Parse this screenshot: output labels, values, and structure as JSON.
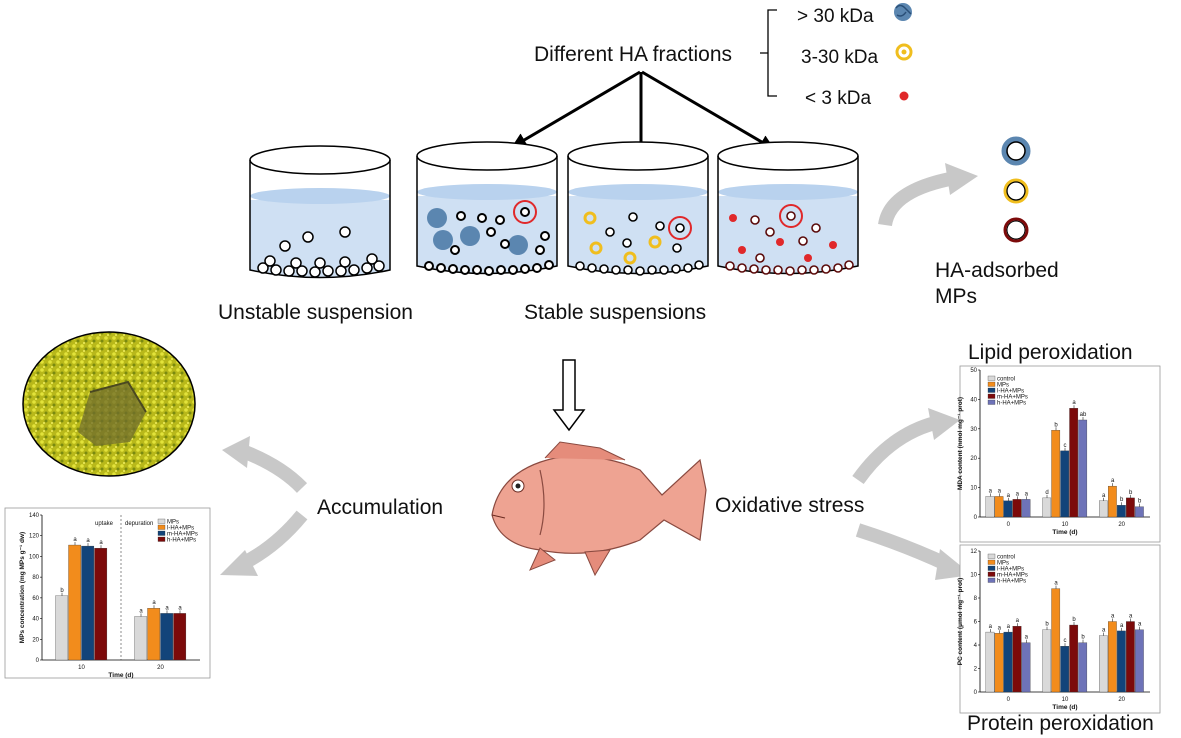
{
  "fractions": {
    "heading": "Different HA fractions",
    "items": [
      {
        "label": "> 30 kDa",
        "color": "#4a78a6"
      },
      {
        "label": "3-30 kDa",
        "color": "#f0be1e"
      },
      {
        "label": "< 3 kDa",
        "color": "#e0282a"
      }
    ]
  },
  "labels": {
    "unstable": "Unstable suspension",
    "stable": "Stable suspensions",
    "ha_adsorbed_line1": "HA-adsorbed",
    "ha_adsorbed_line2": "MPs",
    "accumulation": "Accumulation",
    "oxidative": "Oxidative stress",
    "lipid": "Lipid peroxidation",
    "protein": "Protein peroxidation"
  },
  "colors": {
    "control": "#d9d9d9",
    "MPs": "#f28c1c",
    "l-HA+MPs": "#12447a",
    "m-HA+MPs": "#7c0a0a",
    "h-HA+MPs": "#6e73b8",
    "water": "#cfe0f3"
  },
  "chart_data": [
    {
      "type": "bar",
      "name": "accumulation",
      "categories": [
        "10",
        "20"
      ],
      "xlabel": "Time (d)",
      "ylabel": "MPs concentration (mg MPs g⁻¹ dw)",
      "ylim": [
        0,
        140
      ],
      "yticks": [
        "0",
        "20",
        "40",
        "60",
        "80",
        "100",
        "120",
        "140"
      ],
      "phase_labels": [
        "uptake",
        "depuration"
      ],
      "legend_position": "top-right",
      "series": [
        {
          "name": "MPs",
          "key": "control",
          "values": [
            62,
            42
          ],
          "letters": [
            "b",
            "a"
          ]
        },
        {
          "name": "l-HA+MPs",
          "key": "MPs",
          "values": [
            111,
            50
          ],
          "letters": [
            "a",
            "a"
          ]
        },
        {
          "name": "m-HA+MPs",
          "key": "l-HA+MPs",
          "values": [
            110,
            45
          ],
          "letters": [
            "a",
            "a"
          ]
        },
        {
          "name": "h-HA+MPs",
          "key": "m-HA+MPs",
          "values": [
            108,
            45
          ],
          "letters": [
            "a",
            "a"
          ]
        }
      ]
    },
    {
      "type": "bar",
      "name": "MDA",
      "categories": [
        "0",
        "10",
        "20"
      ],
      "xlabel": "Time (d)",
      "ylabel": "MDA content (nmol mg⁻¹ prot)",
      "ylim": [
        0,
        50
      ],
      "yticks": [
        "0",
        "10",
        "20",
        "30",
        "40",
        "50"
      ],
      "legend_position": "top-left",
      "series": [
        {
          "name": "control",
          "key": "control",
          "values": [
            7,
            6.5,
            5.5
          ],
          "letters": [
            "a",
            "d",
            "a"
          ]
        },
        {
          "name": "MPs",
          "key": "MPs",
          "values": [
            7,
            29.5,
            10.5
          ],
          "letters": [
            "a",
            "b",
            "a"
          ]
        },
        {
          "name": "l-HA+MPs",
          "key": "l-HA+MPs",
          "values": [
            5.5,
            22.5,
            4
          ],
          "letters": [
            "a",
            "c",
            "b"
          ]
        },
        {
          "name": "m-HA+MPs",
          "key": "m-HA+MPs",
          "values": [
            6,
            37,
            6.5
          ],
          "letters": [
            "a",
            "a",
            "b"
          ]
        },
        {
          "name": "h-HA+MPs",
          "key": "h-HA+MPs",
          "values": [
            6,
            33,
            3.5
          ],
          "letters": [
            "a",
            "ab",
            "b"
          ]
        }
      ]
    },
    {
      "type": "bar",
      "name": "PC",
      "categories": [
        "0",
        "10",
        "20"
      ],
      "xlabel": "Time (d)",
      "ylabel": "PC content (μmol mg⁻¹ prot)",
      "ylim": [
        0,
        12
      ],
      "yticks": [
        "0",
        "2",
        "4",
        "6",
        "8",
        "10",
        "12"
      ],
      "legend_position": "top-left",
      "series": [
        {
          "name": "control",
          "key": "control",
          "values": [
            5.1,
            5.3,
            4.8
          ],
          "letters": [
            "a",
            "b",
            "a"
          ]
        },
        {
          "name": "MPs",
          "key": "MPs",
          "values": [
            5.0,
            8.8,
            6.0
          ],
          "letters": [
            "a",
            "a",
            "a"
          ]
        },
        {
          "name": "l-HA+MPs",
          "key": "l-HA+MPs",
          "values": [
            5.1,
            3.9,
            5.2
          ],
          "letters": [
            "a",
            "c",
            "a"
          ]
        },
        {
          "name": "m-HA+MPs",
          "key": "m-HA+MPs",
          "values": [
            5.6,
            5.7,
            6.0
          ],
          "letters": [
            "a",
            "b",
            "a"
          ]
        },
        {
          "name": "h-HA+MPs",
          "key": "h-HA+MPs",
          "values": [
            4.2,
            4.2,
            5.3
          ],
          "letters": [
            "a",
            "b",
            "a"
          ]
        }
      ]
    }
  ]
}
